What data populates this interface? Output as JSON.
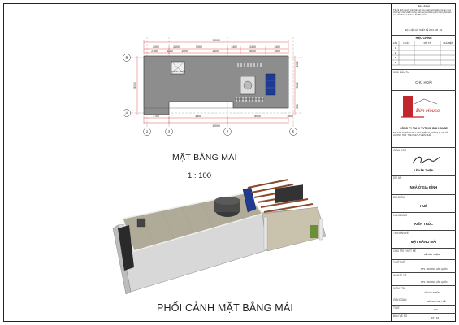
{
  "plan": {
    "title": "MẶT BẰNG MÁI",
    "scale": "1 : 100",
    "label_skylight": "GIẾNG TRỜI",
    "dims_top_total": "12000",
    "dims_top": [
      "2000",
      "2100",
      "5000",
      "1400",
      "2400",
      "1400"
    ],
    "dims_top2": [
      "2150",
      "1150",
      "1000",
      "1400",
      "5000",
      "1400"
    ],
    "dims_bottom": [
      "1700",
      "3300",
      "5000",
      "1900"
    ],
    "dims_bottom_total": "12000",
    "dims_left": [
      "5000"
    ],
    "dims_right": [
      "1300",
      "3000",
      "800"
    ],
    "axes_left": [
      "B",
      "A"
    ],
    "axes_bottom": [
      "2",
      "3",
      "4",
      "5"
    ]
  },
  "perspective": {
    "title": "PHỐI CẢNH MẶT BẰNG MÁI"
  },
  "title_block": {
    "notes_heading": "GHI CHÚ",
    "notes_text": "Tất cả kích thước trên bản vẽ này phải được kiểm tra tại công trường trước khi thi công. Mọi sai sót không phù hợp phải báo cáo cho đơn vị thiết kế để điều chỉnh.",
    "stamp_text": "ĐẠT LIỆU HỒ THIẾT KẾ  2019 - 08 - 20",
    "revision_heading": "HIỆU CHỈNH",
    "revision_cols": [
      "LẦN",
      "NGÀY",
      "MÔ TẢ",
      "CHỦ BỆT"
    ],
    "revision_rows": [
      "1",
      "2",
      "3",
      "4"
    ],
    "owner_label": "CHỦ ĐẦU TƯ",
    "owner": "CHÚ HOÀI",
    "logo_text": "Bim House",
    "company": "CÔNG TY TNHH TVTKXD BIM HOUSE",
    "company_addr": "ĐỊA CHỈ: 52 ĐÀNG HUY TRỨ, KIỆT 45 THÔNG 3, THỊ XÃ HƯƠNG TRÀ, TỈNH THỪA THIÊN HUẾ",
    "director_label": "GIÁM ĐỐC",
    "director": "LÊ VĂN THIỆN",
    "project_label": "DỰ ÁN",
    "project": "NHÀ Ở GIA ĐÌNH",
    "location_label": "ĐỊA ĐIỂM",
    "location": "HUẾ",
    "category_label": "HẠNG MỤC",
    "category": "KIẾN TRÚC",
    "drawing_label": "TÊN BẢN VẼ",
    "drawing": "MẶT BẰNG MÁI",
    "sign_rows": [
      {
        "role": "CHỦ TRÌ THIẾT KẾ",
        "name": "LÊ VĂN THIỆN"
      },
      {
        "role": "THIẾT KẾ",
        "name": "KTS. TRƯƠNG VĂN QUỐC"
      },
      {
        "role": "NGƯỜI VẼ",
        "name": "KTS. TRƯƠNG VĂN QUỐC"
      },
      {
        "role": "KIỂM TRA",
        "name": "LÊ VĂN THIỆN"
      }
    ],
    "phase_label": "GIAI ĐOẠN",
    "phase": "HỒ SƠ THIẾT KẾ",
    "scale_label": "TỈ LỆ",
    "scale": "1 : 100",
    "sheet_label": "BẢN VẼ SỐ",
    "sheet_no": "KT - 10"
  },
  "colors": {
    "roof": "#8d8d8d",
    "dim_line": "#d33",
    "solar": "#1f3a93",
    "logo_red": "#c1272d"
  }
}
